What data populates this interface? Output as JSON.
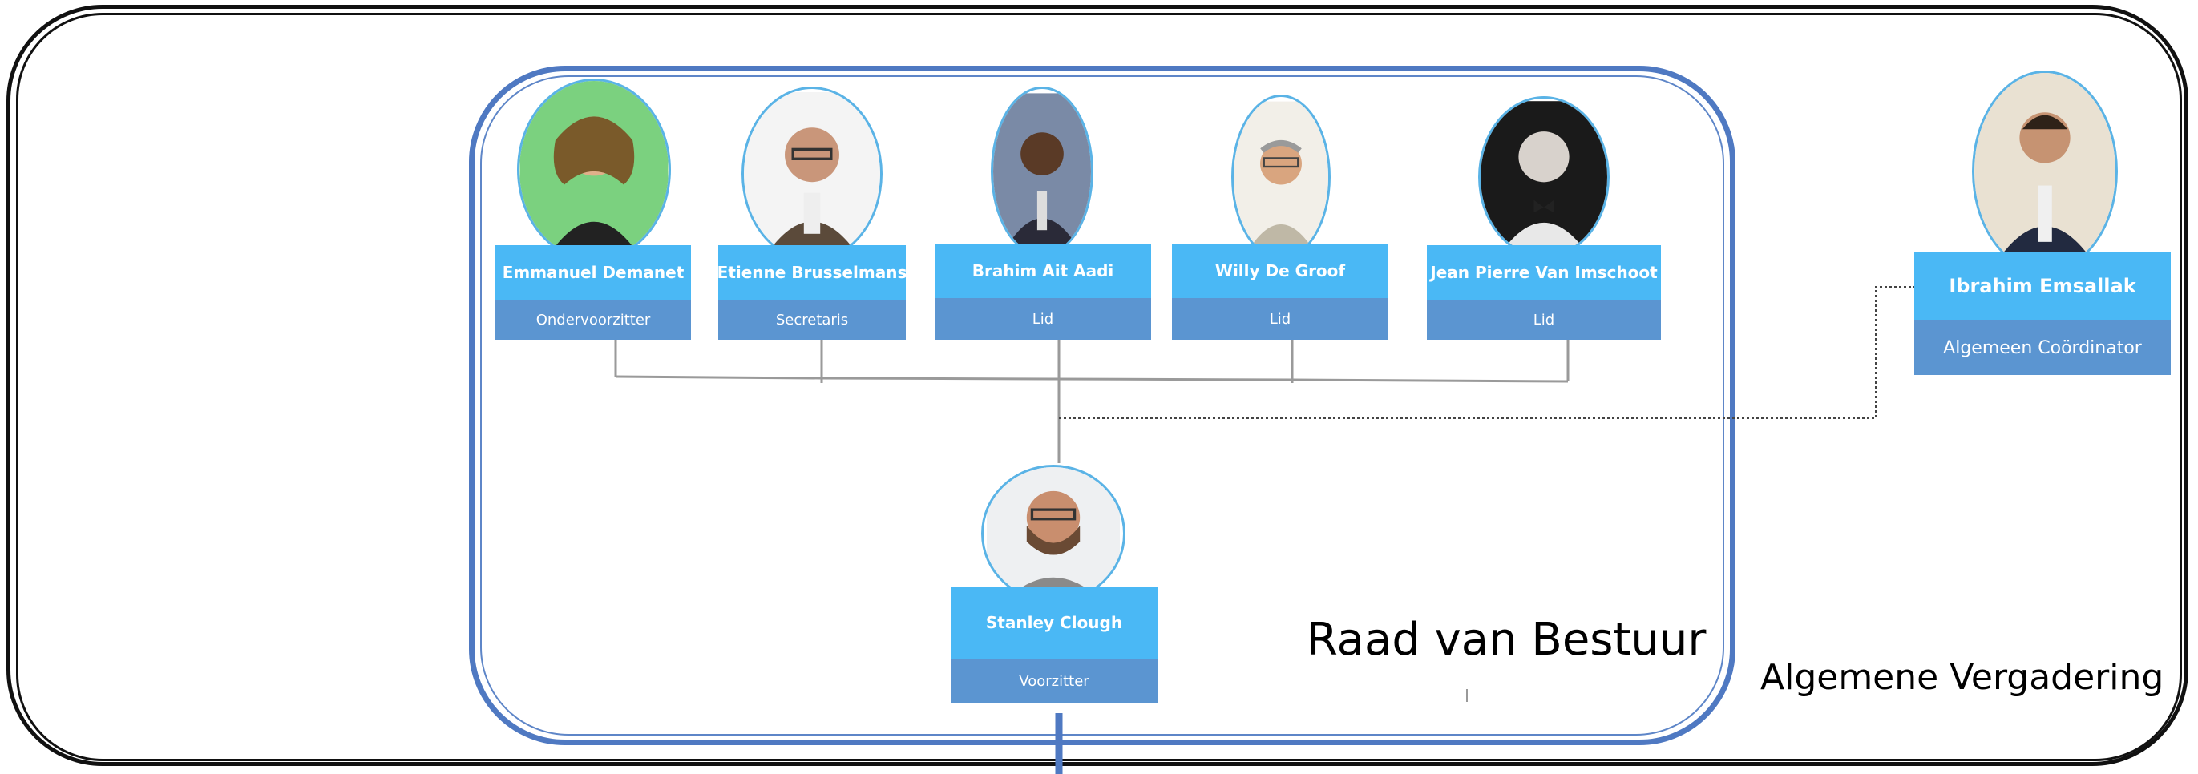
{
  "frames": {
    "board_label": "Raad van Bestuur",
    "assembly_label": "Algemene Vergadering"
  },
  "members": [
    {
      "name": "Emmanuel Demanet",
      "role": "Ondervoorzitter",
      "photo_icon": "person-photo-icon"
    },
    {
      "name": "Etienne Brusselmans",
      "role": "Secretaris",
      "photo_icon": "person-photo-icon"
    },
    {
      "name": "Brahim Ait Aadi",
      "role": "Lid",
      "photo_icon": "person-photo-icon"
    },
    {
      "name": "Willy De Groof",
      "role": "Lid",
      "photo_icon": "person-photo-icon"
    },
    {
      "name": "Jean Pierre Van Imschoot",
      "role": "Lid",
      "photo_icon": "person-photo-icon"
    }
  ],
  "chair": {
    "name": "Stanley Clough",
    "role": "Voorzitter",
    "photo_icon": "person-photo-icon"
  },
  "coordinator": {
    "name": "Ibrahim Emsallak",
    "role": "Algemeen Coördinator",
    "photo_icon": "person-photo-icon"
  },
  "colors": {
    "name_card": "#4ab8f5",
    "role_card": "#5b95d1",
    "board_frame": "#4f79c2",
    "connector": "#9a9a9a"
  }
}
